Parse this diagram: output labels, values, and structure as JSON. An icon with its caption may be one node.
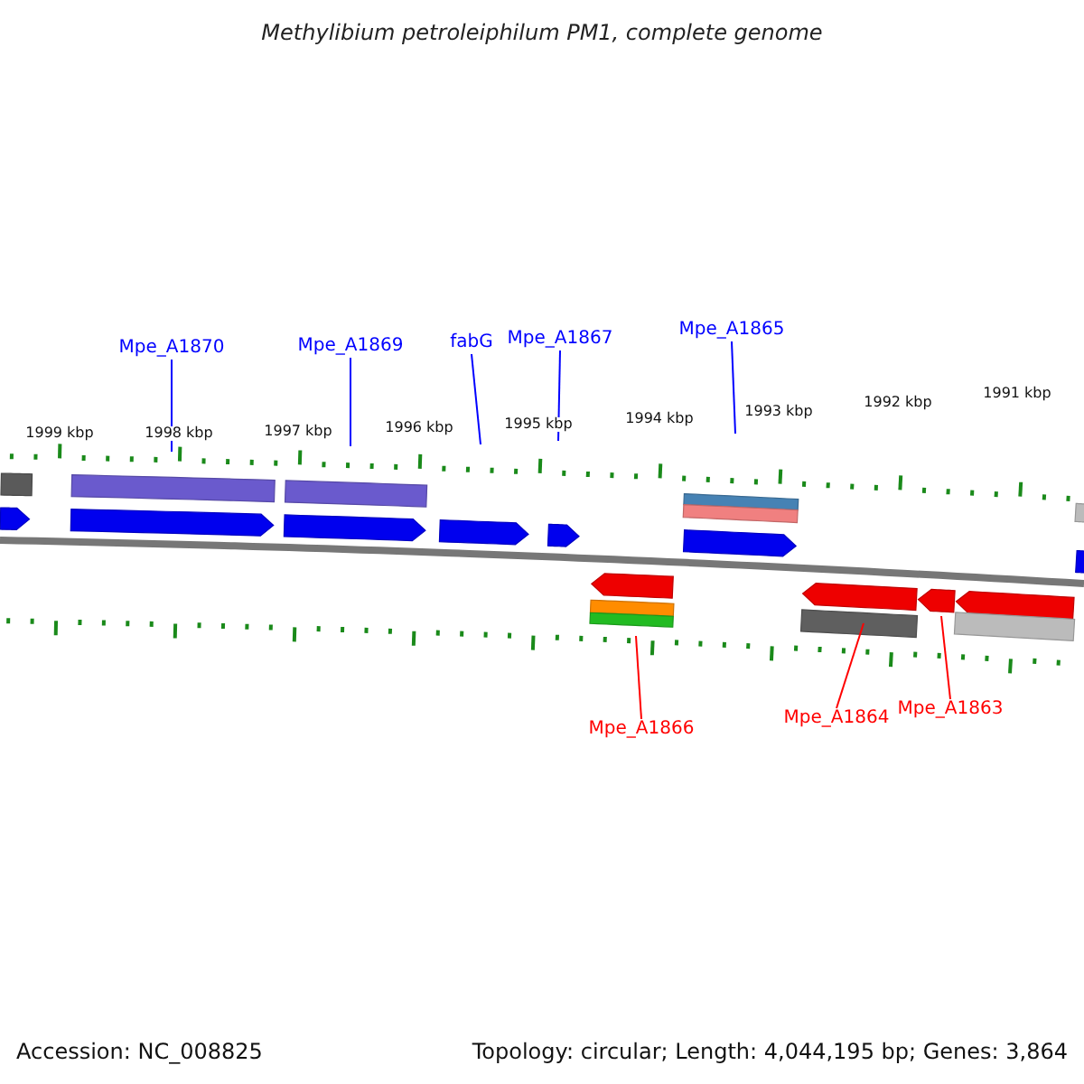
{
  "diagram": {
    "title": "Methylibium petroleiphilum PM1, complete genome",
    "nodes": [
      {
        "text": [
          "Mpe_A1870"
        ]
      },
      {
        "text": [
          "Mpe_A1869"
        ]
      },
      {
        "text": [
          "fabG"
        ]
      },
      {
        "text": [
          "Mpe_A1867"
        ]
      },
      {
        "text": [
          "Mpe_A1865"
        ]
      },
      {
        "text": [
          "Mpe_A1866"
        ]
      },
      {
        "text": [
          "Mpe_A1864"
        ]
      },
      {
        "text": [
          "Mpe_A1863"
        ]
      },
      {
        "text": [],
        "shape": "picture"
      }
    ],
    "edges": [
      {
        "from": 0,
        "to": 8,
        "arrow": "none"
      },
      {
        "from": 1,
        "to": 8,
        "arrow": "none"
      },
      {
        "from": 2,
        "to": 8,
        "arrow": "none"
      },
      {
        "from": 3,
        "to": 8,
        "arrow": "none"
      },
      {
        "from": 4,
        "to": 8,
        "arrow": "none"
      },
      {
        "from": 5,
        "to": 8,
        "arrow": "none",
        "color": "#ff0000"
      },
      {
        "from": 6,
        "to": 8,
        "arrow": "none",
        "color": "#ff0000"
      },
      {
        "from": 7,
        "to": 8,
        "arrow": "none",
        "color": "#ff0000"
      }
    ],
    "labels": [
      "1999 kbp",
      "1998 kbp",
      "1997 kbp",
      "1996 kbp",
      "1995 kbp",
      "1994 kbp",
      "1993 kbp",
      "1992 kbp",
      "1991 kbp",
      "Accession: NC_008825",
      "Topology: circular; Length: 4,044,195 bp; Genes: 3,864"
    ]
  }
}
